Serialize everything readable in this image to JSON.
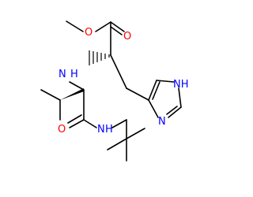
{
  "molecule": {
    "atoms": {
      "ester_o": "O",
      "carbonyl_o": "O",
      "amine_n": "N",
      "amine_h": "H",
      "imidazole_nh": "NH",
      "imidazole_n": "N",
      "amide_o": "O",
      "amide_n": "N",
      "amide_h": "H"
    }
  },
  "colors": {
    "bond": "#000000",
    "oxygen": "#ff0000",
    "nitrogen": "#0000ff"
  }
}
